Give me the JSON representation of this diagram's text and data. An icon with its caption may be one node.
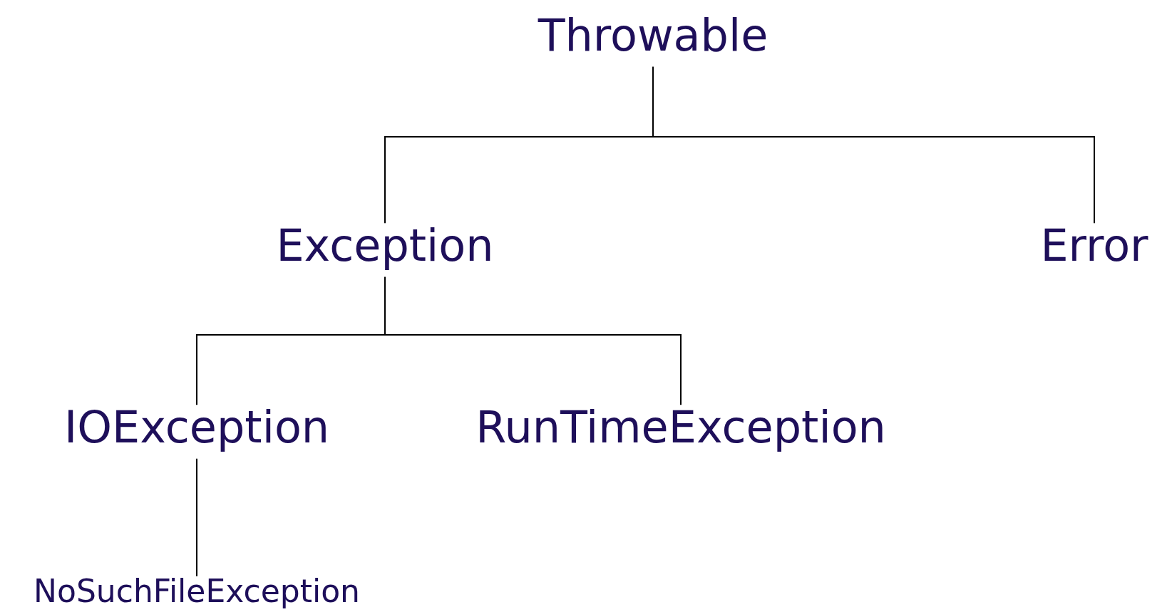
{
  "diagram": {
    "nodes": [
      {
        "text": [
          "Throwable"
        ]
      },
      {
        "text": [
          "Exception"
        ]
      },
      {
        "text": [
          "Error"
        ]
      },
      {
        "text": [
          "IOException"
        ]
      },
      {
        "text": [
          "RunTimeException"
        ]
      },
      {
        "text": [
          "NoSuchFileException"
        ]
      }
    ],
    "edges": [
      {
        "from": 0,
        "to": 1,
        "arrow": "none"
      },
      {
        "from": 0,
        "to": 2,
        "arrow": "none"
      },
      {
        "from": 1,
        "to": 3,
        "arrow": "none"
      },
      {
        "from": 1,
        "to": 4,
        "arrow": "none"
      },
      {
        "from": 3,
        "to": 5,
        "arrow": "none"
      }
    ]
  }
}
